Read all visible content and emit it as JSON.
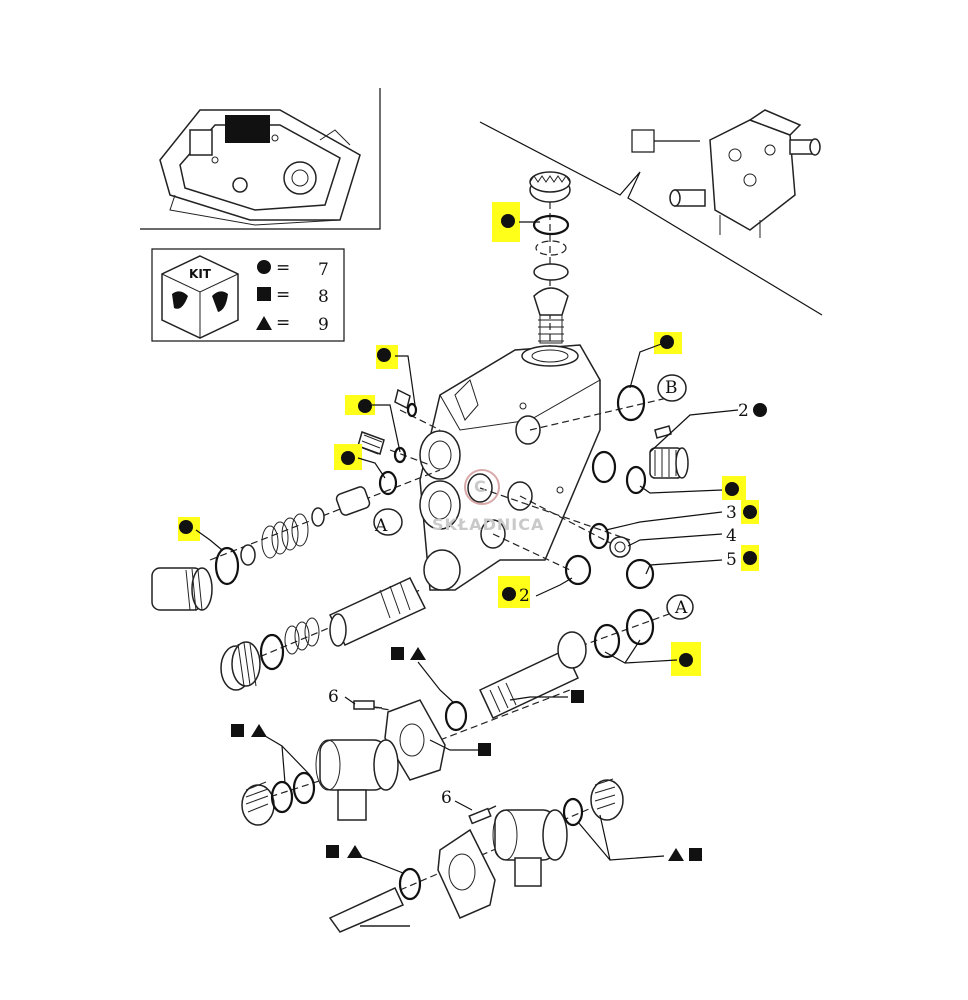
{
  "colors": {
    "highlight": "#ffff1a",
    "ink": "#111111",
    "watermark": "#c9c9c9"
  },
  "legend": {
    "kit_text": "KIT",
    "rows": [
      {
        "symbol": "circle-icon",
        "eq": "=",
        "value": "7"
      },
      {
        "symbol": "square-icon",
        "eq": "=",
        "value": "8"
      },
      {
        "symbol": "triangle-icon",
        "eq": "=",
        "value": "9"
      }
    ]
  },
  "callouts": {
    "ref_B": "B",
    "ref_A": "A",
    "n2": "2",
    "n3": "3",
    "n4": "4",
    "n5": "5",
    "n6": "6"
  },
  "watermark": "SKŁADNICA"
}
